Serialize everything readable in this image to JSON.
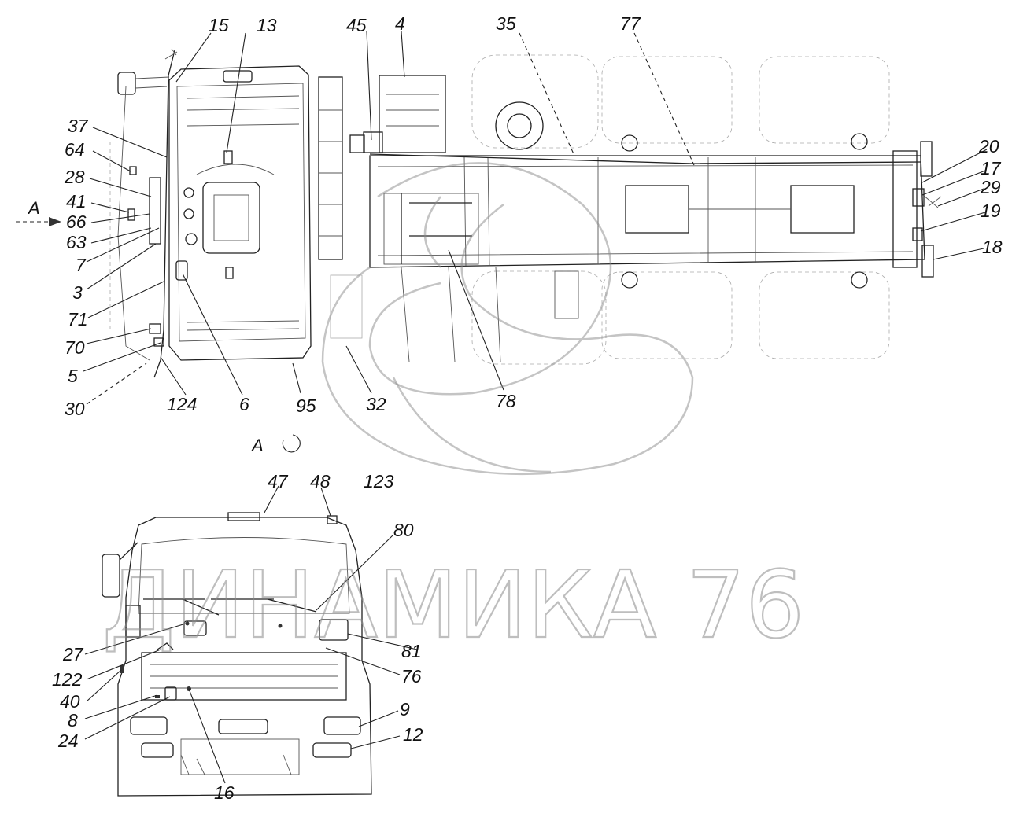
{
  "callouts": {
    "c15": "15",
    "c13": "13",
    "c45": "45",
    "c4": "4",
    "c35": "35",
    "c77": "77",
    "c37": "37",
    "c64": "64",
    "c28": "28",
    "c41": "41",
    "c66": "66",
    "c63": "63",
    "c7": "7",
    "c3": "3",
    "c71": "71",
    "c70": "70",
    "c5": "5",
    "c30": "30",
    "c124": "124",
    "c6": "6",
    "c95": "95",
    "c32": "32",
    "c78": "78",
    "c123": "123",
    "c20": "20",
    "c17": "17",
    "c29": "29",
    "c19": "19",
    "c18": "18",
    "c47": "47",
    "c48": "48",
    "c80": "80",
    "c81": "81",
    "c76": "76",
    "c27": "27",
    "c122": "122",
    "c40": "40",
    "c8": "8",
    "c24": "24",
    "c9": "9",
    "c12": "12",
    "c16": "16"
  },
  "view": {
    "arrow_label": "A",
    "view_label": "A"
  },
  "watermark": {
    "text": "ДИНАМИКА 76"
  },
  "colors": {
    "ink": "#222222",
    "watermark": "#8a8a8a",
    "background": "#ffffff"
  }
}
